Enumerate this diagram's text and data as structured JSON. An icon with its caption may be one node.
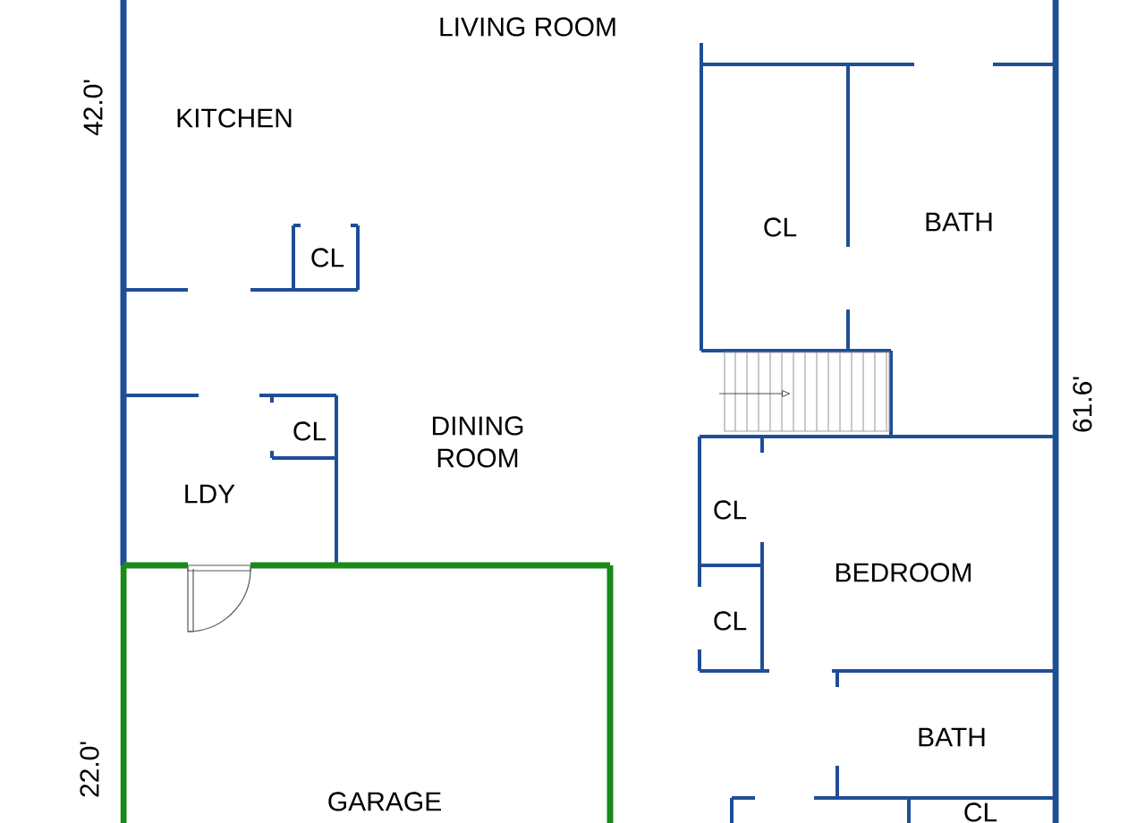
{
  "diagram": {
    "labels": [
      "LIVING ROOM",
      "42.0'",
      "KITCHEN",
      "BATH",
      "CL",
      "CL",
      "61.6'",
      "DINING ROOM",
      "CL",
      "LDY",
      "CL",
      "BEDROOM",
      "CL",
      "BATH",
      "22.0'",
      "GARAGE",
      "CL"
    ]
  }
}
